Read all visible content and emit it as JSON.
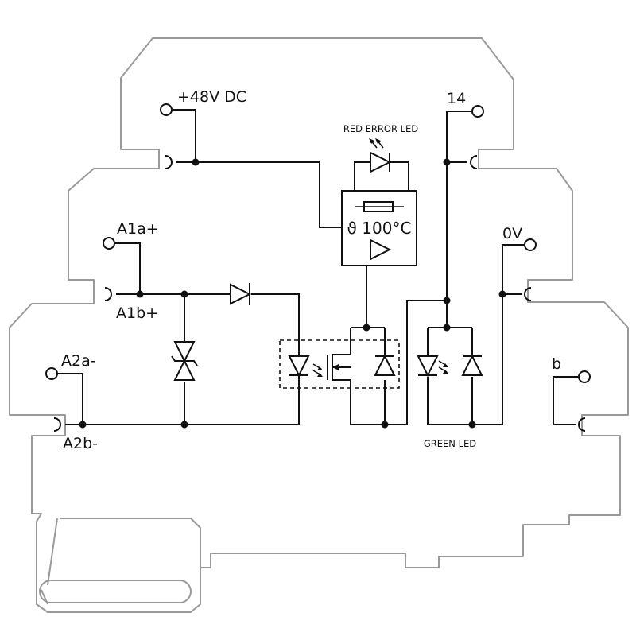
{
  "labels": {
    "v48": "+48V DC",
    "a1a": "A1a+",
    "a1b": "A1b+",
    "a2a": "A2a-",
    "a2b": "A2b-",
    "t14": "14",
    "zero_v": "0V",
    "b": "b",
    "red_error_led": "RED ERROR LED",
    "green_led": "GREEN LED",
    "thermal": "ϑ 100°C"
  },
  "colors": {
    "housing": "#9a9a9a",
    "wire": "#111111",
    "background": "#ffffff"
  }
}
